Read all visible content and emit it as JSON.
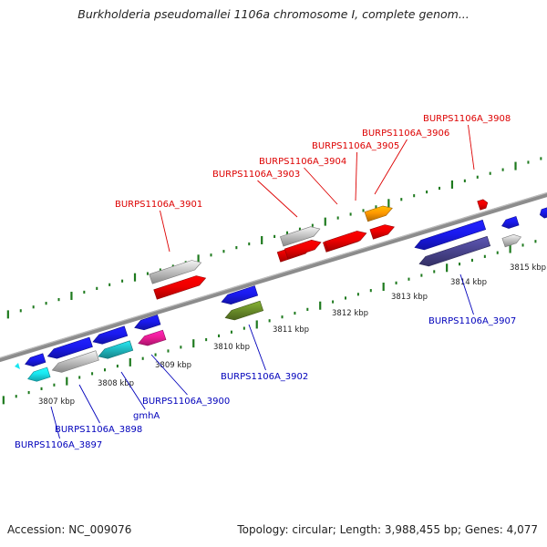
{
  "title": "Burkholderia pseudomallei 1106a chromosome I, complete genom...",
  "footer": {
    "accession": "Accession: NC_009076",
    "summary": "Topology: circular; Length: 3,988,455 bp; Genes: 4,077"
  },
  "colors": {
    "backbone": "#8c8c8c",
    "tick": "#1e7a1e",
    "upper_label": "#dd0000",
    "lower_label": "#0000bb",
    "red": "#ee0000",
    "blue": "#1a1aee",
    "grey": "#c4c4c4",
    "cyan": "#19e6f0",
    "teal": "#1fbcc4",
    "magenta": "#ee1d98",
    "orange": "#ff9900",
    "olive": "#6b8f2a",
    "slate": "#4a4590"
  },
  "scale": {
    "unit": "kbp",
    "ticks": [
      {
        "label": "3807 kbp"
      },
      {
        "label": "3808 kbp"
      },
      {
        "label": "3809 kbp"
      },
      {
        "label": "3810 kbp"
      },
      {
        "label": "3811 kbp"
      },
      {
        "label": "3812 kbp"
      },
      {
        "label": "3813 kbp"
      },
      {
        "label": "3814 kbp"
      },
      {
        "label": "3815 kbp"
      }
    ]
  },
  "genes": [
    {
      "name": "BURPS1106A_3897",
      "strand": "-",
      "color": "cyan"
    },
    {
      "name": "BURPS1106A_3898",
      "strand": "-",
      "color": "grey"
    },
    {
      "name": "gmhA",
      "strand": "-",
      "color": "teal"
    },
    {
      "name": "BURPS1106A_3900",
      "strand": "-",
      "color": "magenta"
    },
    {
      "name": "BURPS1106A_3901",
      "strand": "+",
      "color": "red"
    },
    {
      "name": "BURPS1106A_3902",
      "strand": "-",
      "color": "olive"
    },
    {
      "name": "BURPS1106A_3903",
      "strand": "+",
      "color": "red"
    },
    {
      "name": "BURPS1106A_3904",
      "strand": "+",
      "color": "red"
    },
    {
      "name": "BURPS1106A_3905",
      "strand": "+",
      "color": "red"
    },
    {
      "name": "BURPS1106A_3906",
      "strand": "+",
      "color": "orange"
    },
    {
      "name": "BURPS1106A_3907",
      "strand": "-",
      "color": "slate"
    },
    {
      "name": "BURPS1106A_3908",
      "strand": "+",
      "color": "red"
    }
  ]
}
